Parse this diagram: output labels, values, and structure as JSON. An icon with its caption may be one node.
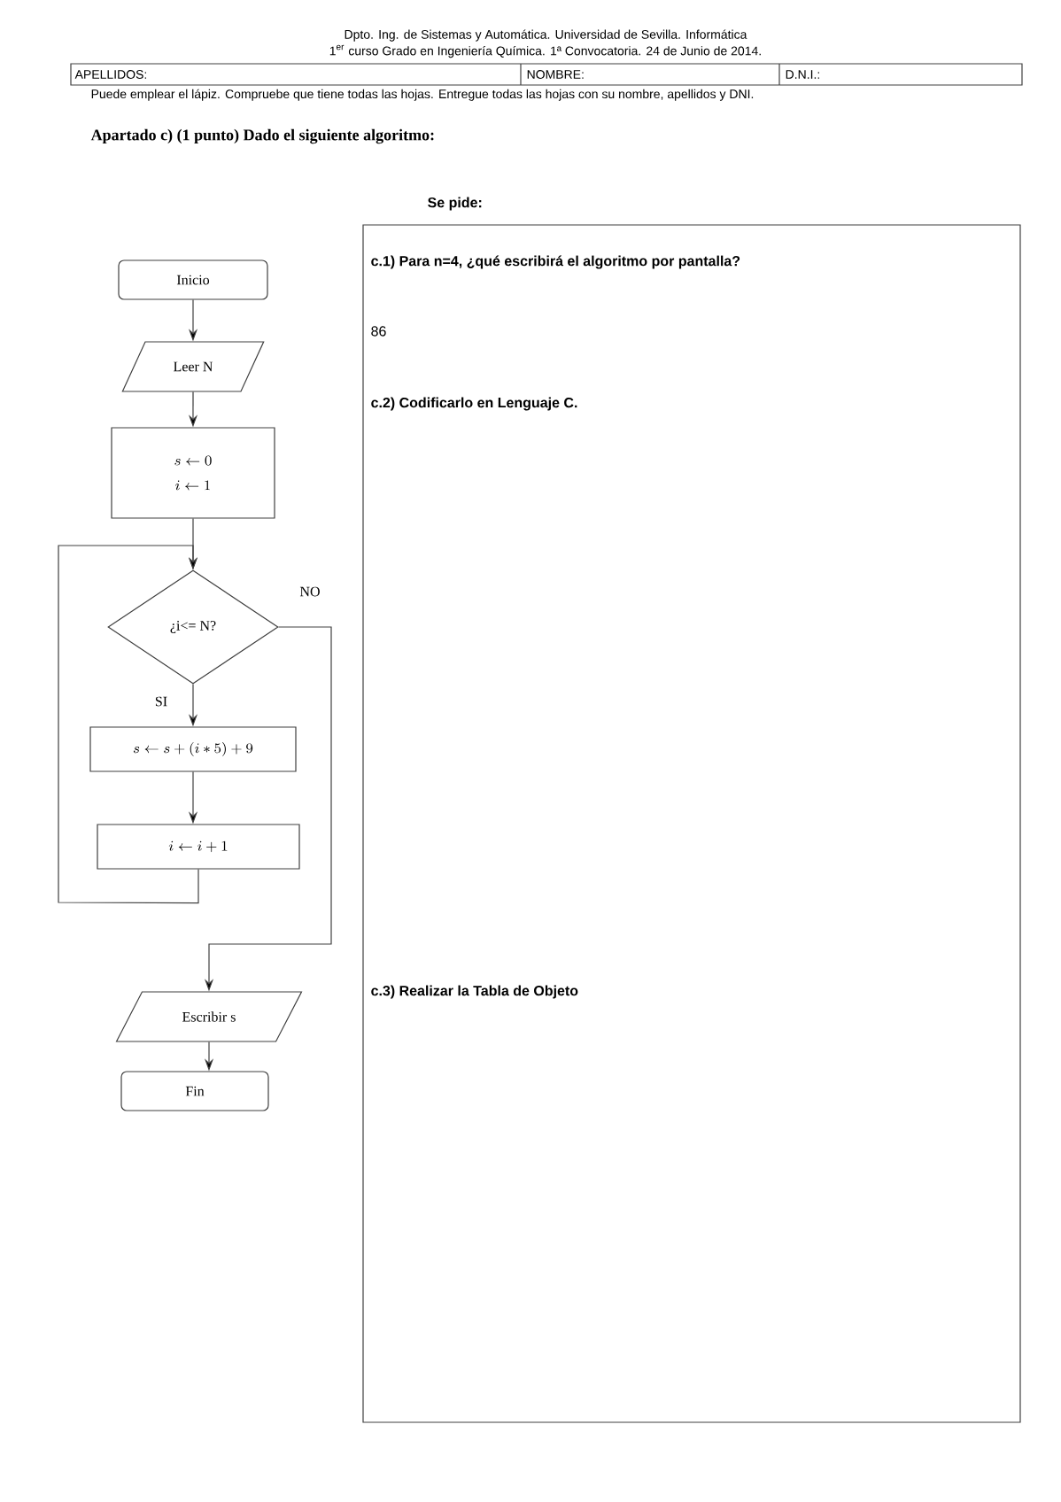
{
  "diagram": {
    "title": "Apartado c) (1 punto)  Dado el siguiente algoritmo:",
    "nodes": [
      {
        "text": [
          "Inicio"
        ]
      },
      {
        "text": [
          "Leer N"
        ]
      },
      {
        "text": [
          "s \\leftarrow 0",
          "i \\leftarrow 1"
        ]
      },
      {
        "text": [
          "¿i<= N?"
        ]
      },
      {
        "text": [
          "s \\leftarrow s + (i * 5) + 9"
        ]
      },
      {
        "text": [
          "i \\leftarrow i + 1"
        ]
      },
      {
        "text": [
          "Escribir s"
        ]
      },
      {
        "text": [
          "Fin"
        ]
      },
      {
        "text": [
          "c.1) Para n=4, ¿qué escribirá el algoritmo por pantalla?",
          "86",
          "c.2)  Codificarlo en Lenguaje C.",
          "c.3)  Realizar la Tabla de Objeto"
        ],
        "beside": [
          "Se pide:"
        ]
      }
    ],
    "edges": [
      {
        "from": 0,
        "to": 1,
        "arrow": "to"
      },
      {
        "from": 1,
        "to": 2,
        "arrow": "to"
      },
      {
        "from": 2,
        "to": 3,
        "arrow": "to"
      },
      {
        "from": 3,
        "to": 4,
        "arrow": "to",
        "label": "SI"
      },
      {
        "from": 4,
        "to": 5,
        "arrow": "to"
      },
      {
        "from": 5,
        "to": 3,
        "arrow": "to"
      },
      {
        "from": 3,
        "to": 6,
        "arrow": "to",
        "label": "NO"
      },
      {
        "from": 6,
        "to": 7,
        "arrow": "to"
      }
    ],
    "labels": [
      "Dpto. Ing. de Sistemas y Automática. Universidad de Sevilla. Informática",
      "1$^{er}$ curso Grado en Ingeniería Química. 1ª Convocatoria. 24 de Junio de 2014.",
      "APELLIDOS:",
      "NOMBRE:",
      "D.N.I.:",
      "Puede emplear el lápiz. Compruebe que tiene todas las hojas. Entregue todas las hojas con su nombre, apellidos y DNI."
    ]
  }
}
